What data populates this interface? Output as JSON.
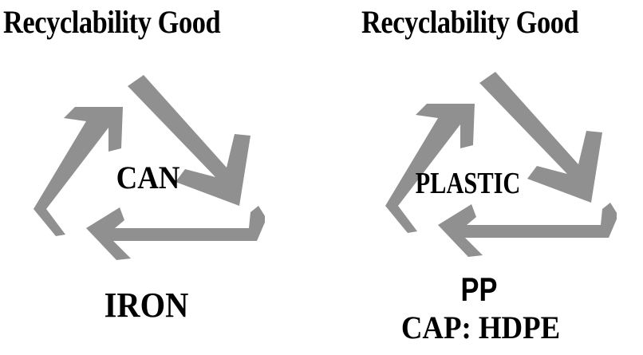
{
  "panels": [
    {
      "heading": "Recyclability Good",
      "symbol_icon": "recycle-triangle-icon",
      "material": "CAN",
      "captions": [
        "IRON"
      ]
    },
    {
      "heading": "Recyclability Good",
      "symbol_icon": "recycle-triangle-icon",
      "material": "PLASTIC",
      "captions": [
        "PP",
        "CAP: HDPE"
      ]
    }
  ],
  "colors": {
    "arrow": "#909090",
    "text": "#000000",
    "background": "#ffffff"
  }
}
